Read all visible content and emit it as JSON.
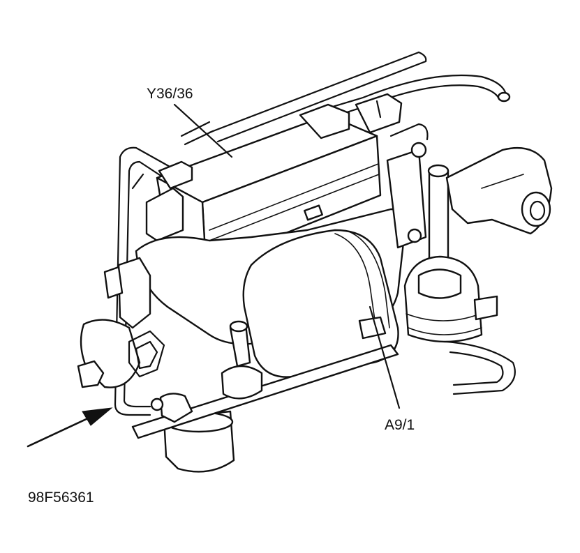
{
  "labels": {
    "valve_block": "Y36/36",
    "compressor": "A9/1",
    "figure_id": "98F56361"
  },
  "icons": {
    "arrow": "pointer-arrow-icon"
  },
  "colors": {
    "ink": "#111111",
    "paper": "#ffffff"
  }
}
